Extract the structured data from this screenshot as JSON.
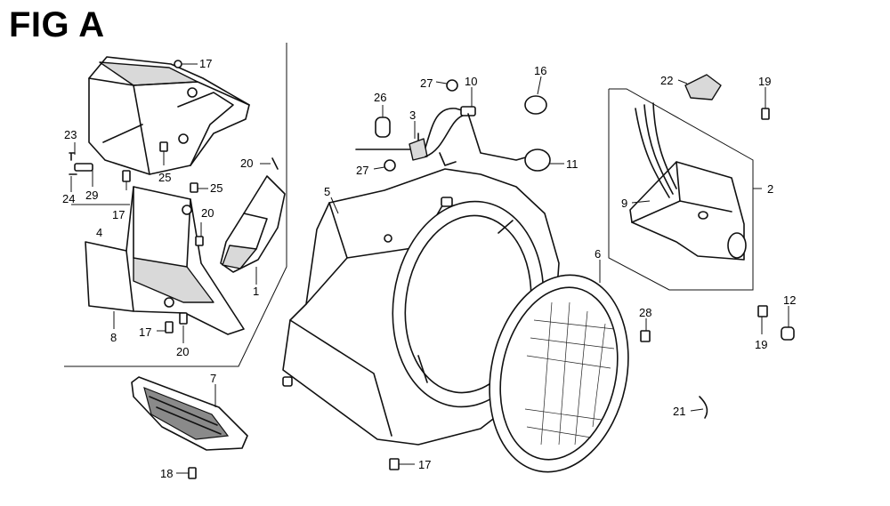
{
  "figure": {
    "title": "FIG A"
  },
  "callouts": [
    {
      "id": "c17a",
      "text": "17"
    },
    {
      "id": "c23",
      "text": "23"
    },
    {
      "id": "c29",
      "text": "29"
    },
    {
      "id": "c24",
      "text": "24"
    },
    {
      "id": "c4",
      "text": "4"
    },
    {
      "id": "c17b",
      "text": "17"
    },
    {
      "id": "c25a",
      "text": "25"
    },
    {
      "id": "c25b",
      "text": "25"
    },
    {
      "id": "c20a",
      "text": "20"
    },
    {
      "id": "c20b",
      "text": "20"
    },
    {
      "id": "c1",
      "text": "1"
    },
    {
      "id": "c8",
      "text": "8"
    },
    {
      "id": "c17c",
      "text": "17"
    },
    {
      "id": "c20c",
      "text": "20"
    },
    {
      "id": "c26",
      "text": "26"
    },
    {
      "id": "c27a",
      "text": "27"
    },
    {
      "id": "c10",
      "text": "10"
    },
    {
      "id": "c3",
      "text": "3"
    },
    {
      "id": "c27b",
      "text": "27"
    },
    {
      "id": "c16",
      "text": "16"
    },
    {
      "id": "c11",
      "text": "11"
    },
    {
      "id": "c5",
      "text": "5"
    },
    {
      "id": "c22",
      "text": "22"
    },
    {
      "id": "c19a",
      "text": "19"
    },
    {
      "id": "c2",
      "text": "2"
    },
    {
      "id": "c9",
      "text": "9"
    },
    {
      "id": "c6",
      "text": "6"
    },
    {
      "id": "c28",
      "text": "28"
    },
    {
      "id": "c12",
      "text": "12"
    },
    {
      "id": "c19b",
      "text": "19"
    },
    {
      "id": "c7",
      "text": "7"
    },
    {
      "id": "c21",
      "text": "21"
    },
    {
      "id": "c18",
      "text": "18"
    },
    {
      "id": "c17d",
      "text": "17"
    }
  ]
}
